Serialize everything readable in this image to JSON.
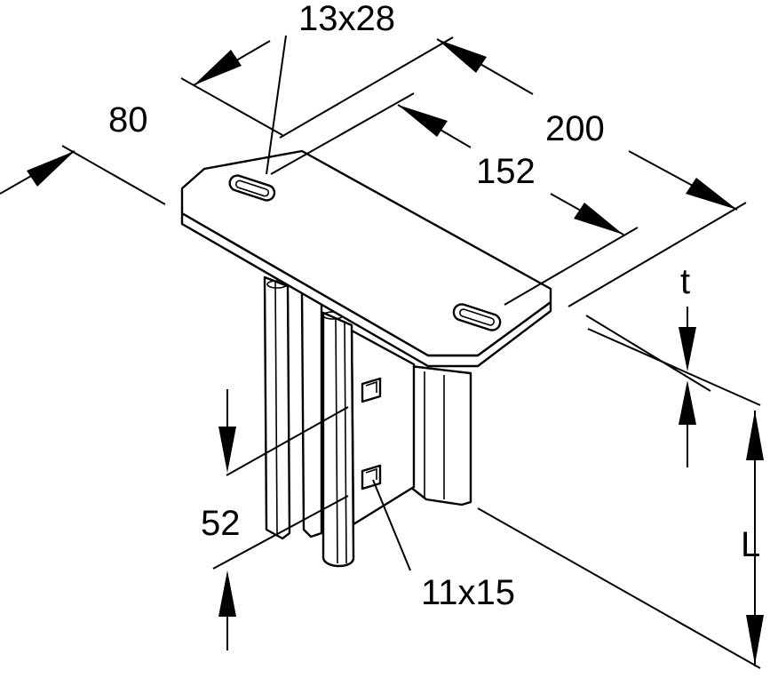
{
  "drawing": {
    "subject": "ceiling bracket with base plate",
    "line_color": "#000000",
    "background": "#ffffff"
  },
  "dimensions": {
    "slot_top": "13x28",
    "plate_width": "80",
    "plate_length": "200",
    "hole_spacing": "152",
    "thickness": "t",
    "length": "L",
    "profile_spacing": "52",
    "slot_side": "11x15"
  }
}
